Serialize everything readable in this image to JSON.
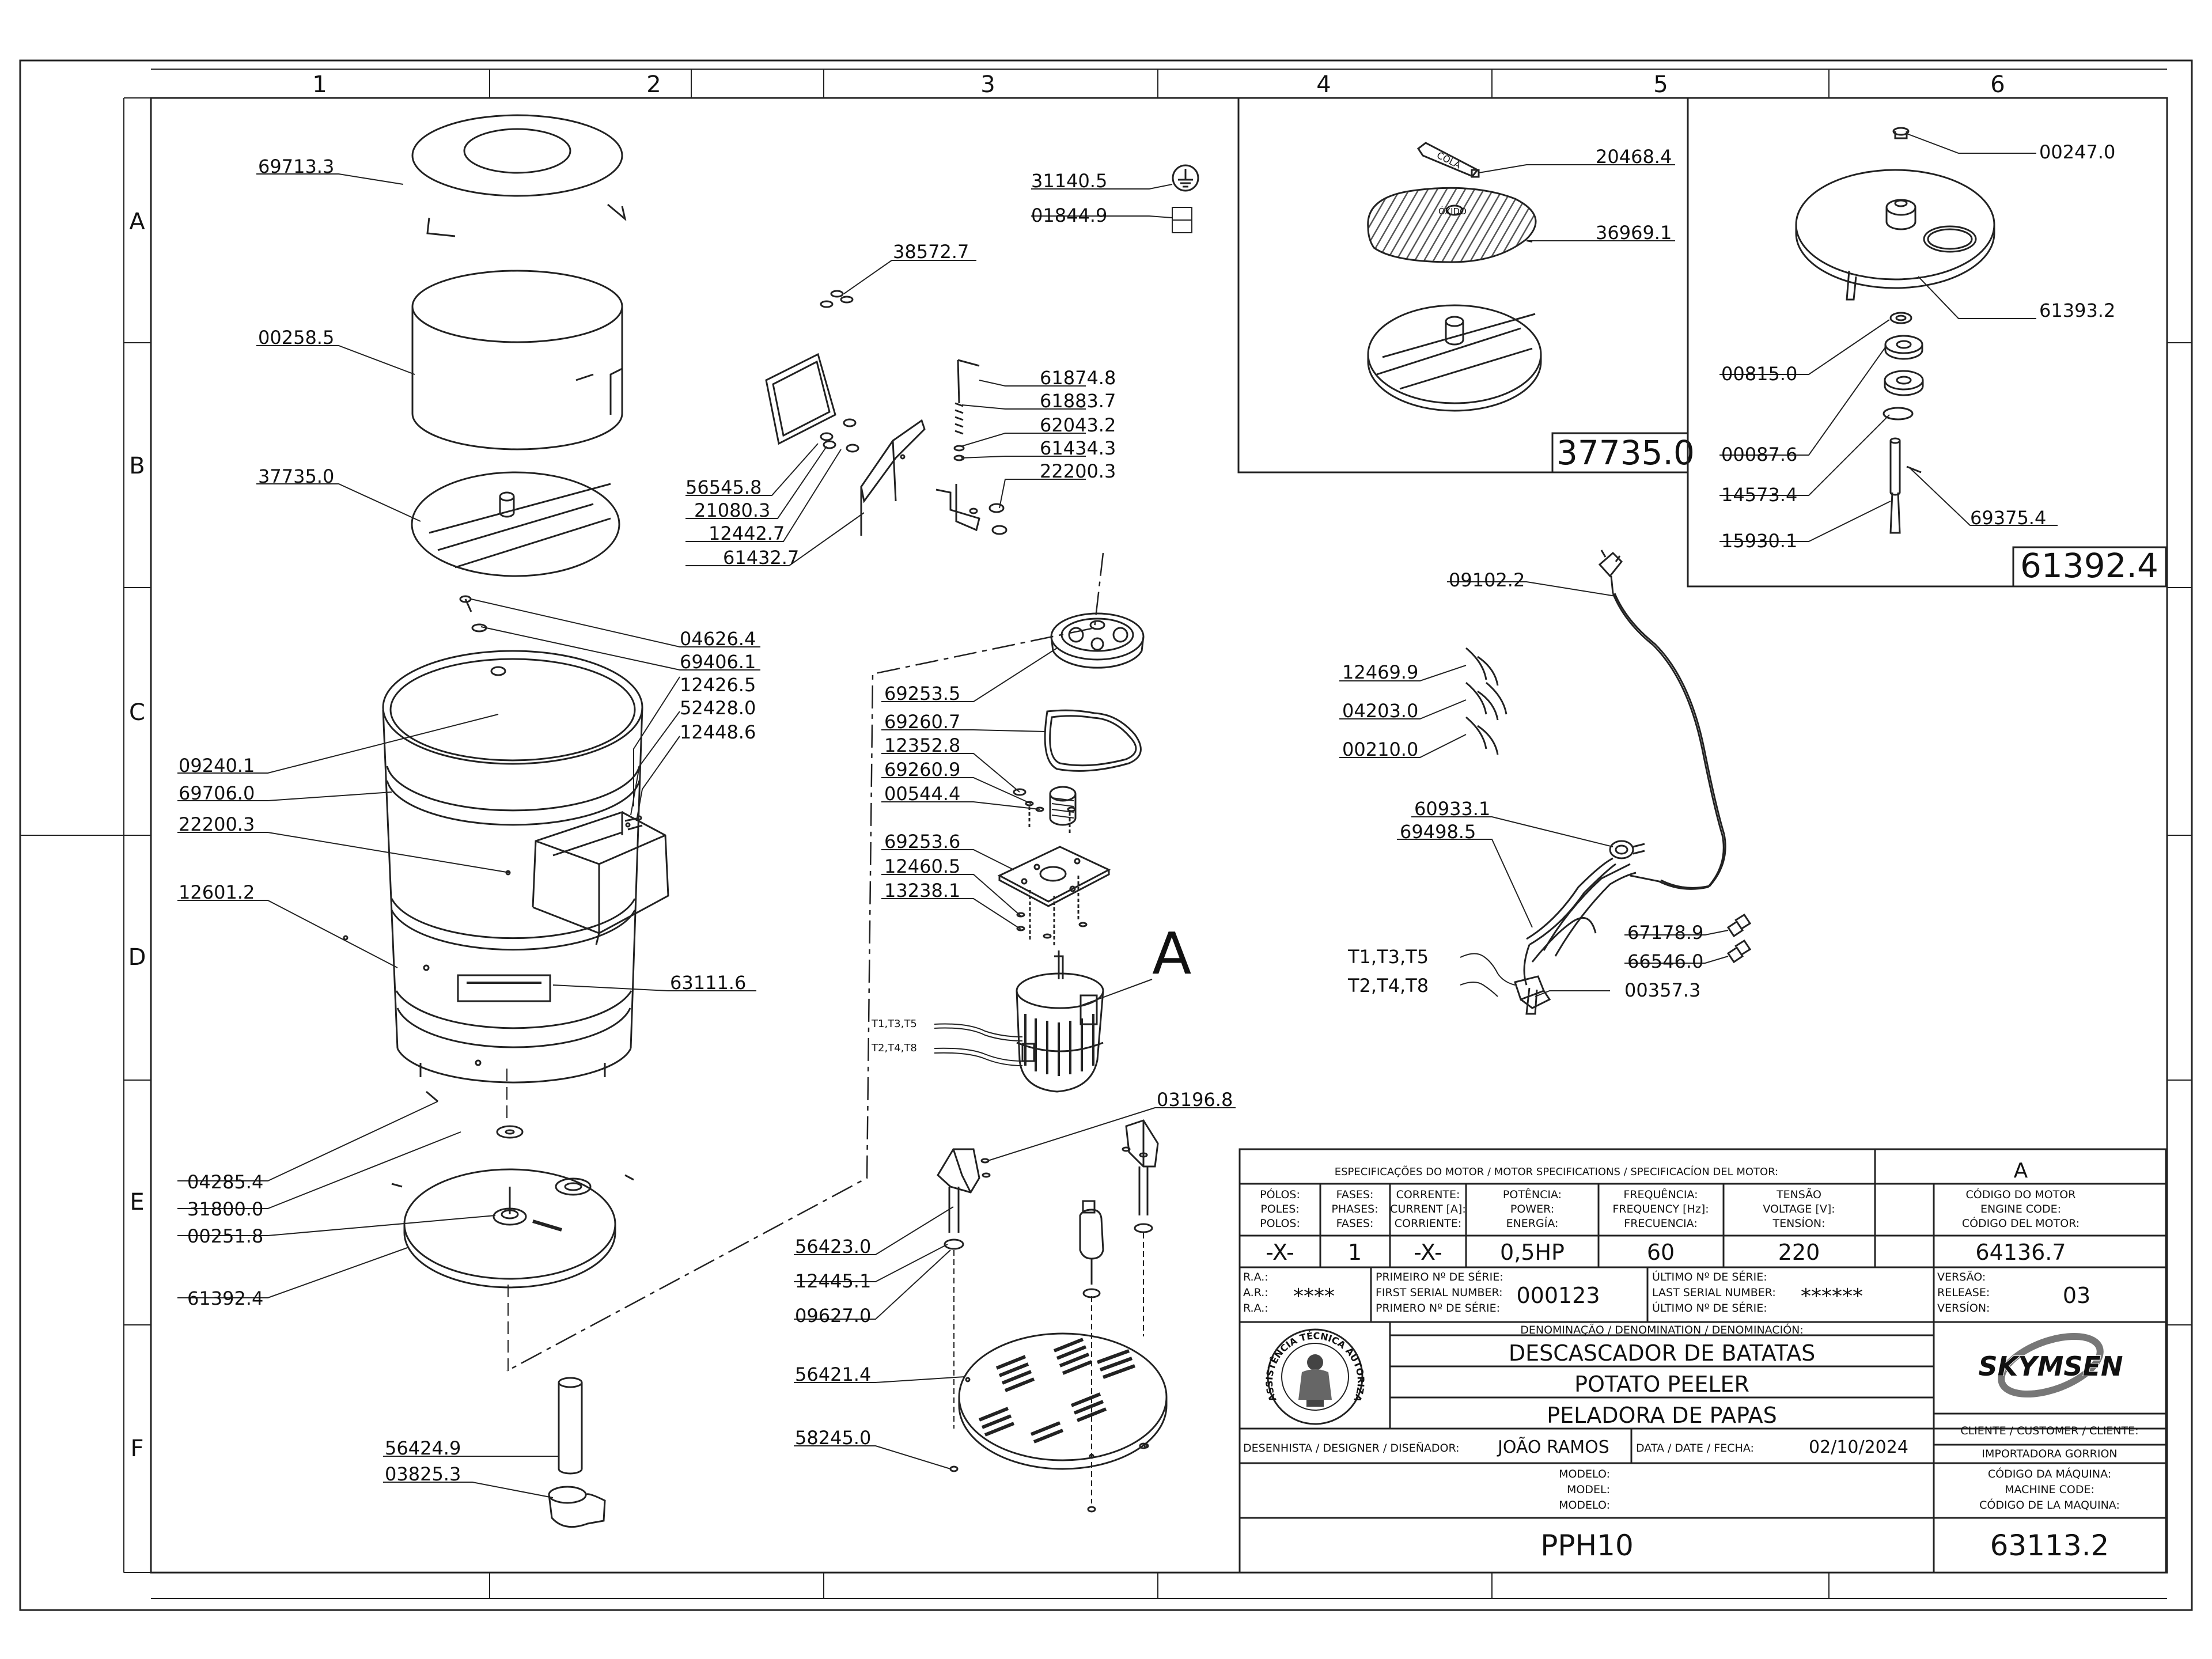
{
  "sheet": {
    "column_labels": [
      "1",
      "2",
      "3",
      "4",
      "5",
      "6"
    ],
    "row_labels": [
      "A",
      "B",
      "C",
      "D",
      "E",
      "F"
    ]
  },
  "detail_views": {
    "left_id": "37735.0",
    "right_id": "61392.4",
    "motor_marker": "A",
    "cola_text": "COLA",
    "oxido_text": "ÓXIDO"
  },
  "wire_labels": {
    "motor_upper": "T1,T3,T5",
    "motor_lower": "T2,T4,T8",
    "switch_upper": "T1,T3,T5",
    "switch_lower": "T2,T4,T8"
  },
  "parts": {
    "p69713_3": "69713.3",
    "p00258_5": "00258.5",
    "p37735_0": "37735.0",
    "p04626_4": "04626.4",
    "p69406_1": "69406.1",
    "p12426_5": "12426.5",
    "p52428_0": "52428.0",
    "p12448_6": "12448.6",
    "p09240_1": "09240.1",
    "p69706_0": "69706.0",
    "p22200_3a": "22200.3",
    "p12601_2": "12601.2",
    "p63111_6": "63111.6",
    "p04285_4": "04285.4",
    "p31800_0": "31800.0",
    "p00251_8": "00251.8",
    "p61392_4": "61392.4",
    "p56424_9": "56424.9",
    "p03825_3": "03825.3",
    "p31140_5": "31140.5",
    "p01844_9": "01844.9",
    "p38572_7": "38572.7",
    "p61874_8": "61874.8",
    "p61883_7": "61883.7",
    "p62043_2": "62043.2",
    "p61434_3": "61434.3",
    "p22200_3b": "22200.3",
    "p56545_8": "56545.8",
    "p21080_3": "21080.3",
    "p12442_7": "12442.7",
    "p61432_7": "61432.7",
    "p69253_5": "69253.5",
    "p69260_7": "69260.7",
    "p12352_8": "12352.8",
    "p69260_9": "69260.9",
    "p00544_4": "00544.4",
    "p69253_6": "69253.6",
    "p12460_5": "12460.5",
    "p13238_1": "13238.1",
    "p03196_8": "03196.8",
    "p56423_0": "56423.0",
    "p12445_1": "12445.1",
    "p09627_0": "09627.0",
    "p56421_4": "56421.4",
    "p58245_0": "58245.0",
    "p20468_4": "20468.4",
    "p36969_1": "36969.1",
    "p00247_0": "00247.0",
    "p61393_2": "61393.2",
    "p00815_0": "00815.0",
    "p00087_6": "00087.6",
    "p14573_4": "14573.4",
    "p69375_4": "69375.4",
    "p15930_1": "15930.1",
    "p09102_2": "09102.2",
    "p12469_9": "12469.9",
    "p04203_0": "04203.0",
    "p00210_0": "00210.0",
    "p60933_1": "60933.1",
    "p69498_5": "69498.5",
    "p67178_9": "67178.9",
    "p66546_0": "66546.0",
    "p00357_3": "00357.3"
  },
  "title_block": {
    "spec_header": "ESPECIFICAÇÕES DO MOTOR / MOTOR SPECIFICATIONS / SPECIFICACÍON DEL MOTOR:",
    "version_letter": "A",
    "columns": [
      {
        "l1": "PÓLOS:",
        "l2": "POLES:",
        "l3": "POLOS:",
        "value": "-X-"
      },
      {
        "l1": "FASES:",
        "l2": "PHASES:",
        "l3": "FASES:",
        "value": "1"
      },
      {
        "l1": "CORRENTE:",
        "l2": "CURRENT [A]:",
        "l3": "CORRIENTE:",
        "value": "-X-"
      },
      {
        "l1": "POTÊNCIA:",
        "l2": "POWER:",
        "l3": "ENERGÍA:",
        "value": "0,5HP"
      },
      {
        "l1": "FREQUÊNCIA:",
        "l2": "FREQUENCY [Hz]:",
        "l3": "FRECUENCIA:",
        "value": "60"
      },
      {
        "l1": "TENSÃO",
        "l2": "VOLTAGE [V]:",
        "l3": "TENSÍON:",
        "value": "220"
      }
    ],
    "motor_code_l1": "CÓDIGO DO MOTOR",
    "motor_code_l2": "ENGINE CODE:",
    "motor_code_l3": "CÓDIGO DEL MOTOR:",
    "motor_code": "64136.7",
    "ra_l1": "R.A.:",
    "ra_l2": "A.R.:",
    "ra_l3": "R.A.:",
    "ra_value": "****",
    "first_l1": "PRIMEIRO Nº DE SÉRIE:",
    "first_l2": "FIRST SERIAL NUMBER:",
    "first_l3": "PRIMERO Nº DE SÉRIE:",
    "first_serial": "000123",
    "last_l1": "ÚLTIMO Nº DE SÉRIE:",
    "last_l2": "LAST SERIAL NUMBER:",
    "last_l3": "ÚLTIMO Nº DE SÉRIE:",
    "last_serial": "******",
    "ver_l1": "VERSÃO:",
    "ver_l2": "RELEASE:",
    "ver_l3": "VERSÍON:",
    "version": "03",
    "denomination_header": "DENOMINAÇÃO / DENOMINATION / DENOMINACIÓN:",
    "name_pt": "DESCASCADOR DE BATATAS",
    "name_en": "POTATO PEELER",
    "name_es": "PELADORA DE PAPAS",
    "stamp_text": "ASSISTÊNCIA TÉCNICA AUTORIZADA",
    "brand": "SKYMSEN",
    "designer_label": "DESENHISTA / DESIGNER / DISEÑADOR:",
    "designer": "JOÃO RAMOS",
    "date_label": "DATA / DATE / FECHA:",
    "date": "02/10/2024",
    "client_label": "CLIENTE / CUSTOMER / CLIENTE:",
    "client": "IMPORTADORA GORRION",
    "model_l1": "MODELO:",
    "model_l2": "MODEL:",
    "model_l3": "MODELO:",
    "model": "PPH10",
    "mcode_l1": "CÓDIGO DA MÁQUINA:",
    "mcode_l2": "MACHINE CODE:",
    "mcode_l3": "CÓDIGO DE LA MAQUINA:",
    "machine_code": "63113.2"
  }
}
